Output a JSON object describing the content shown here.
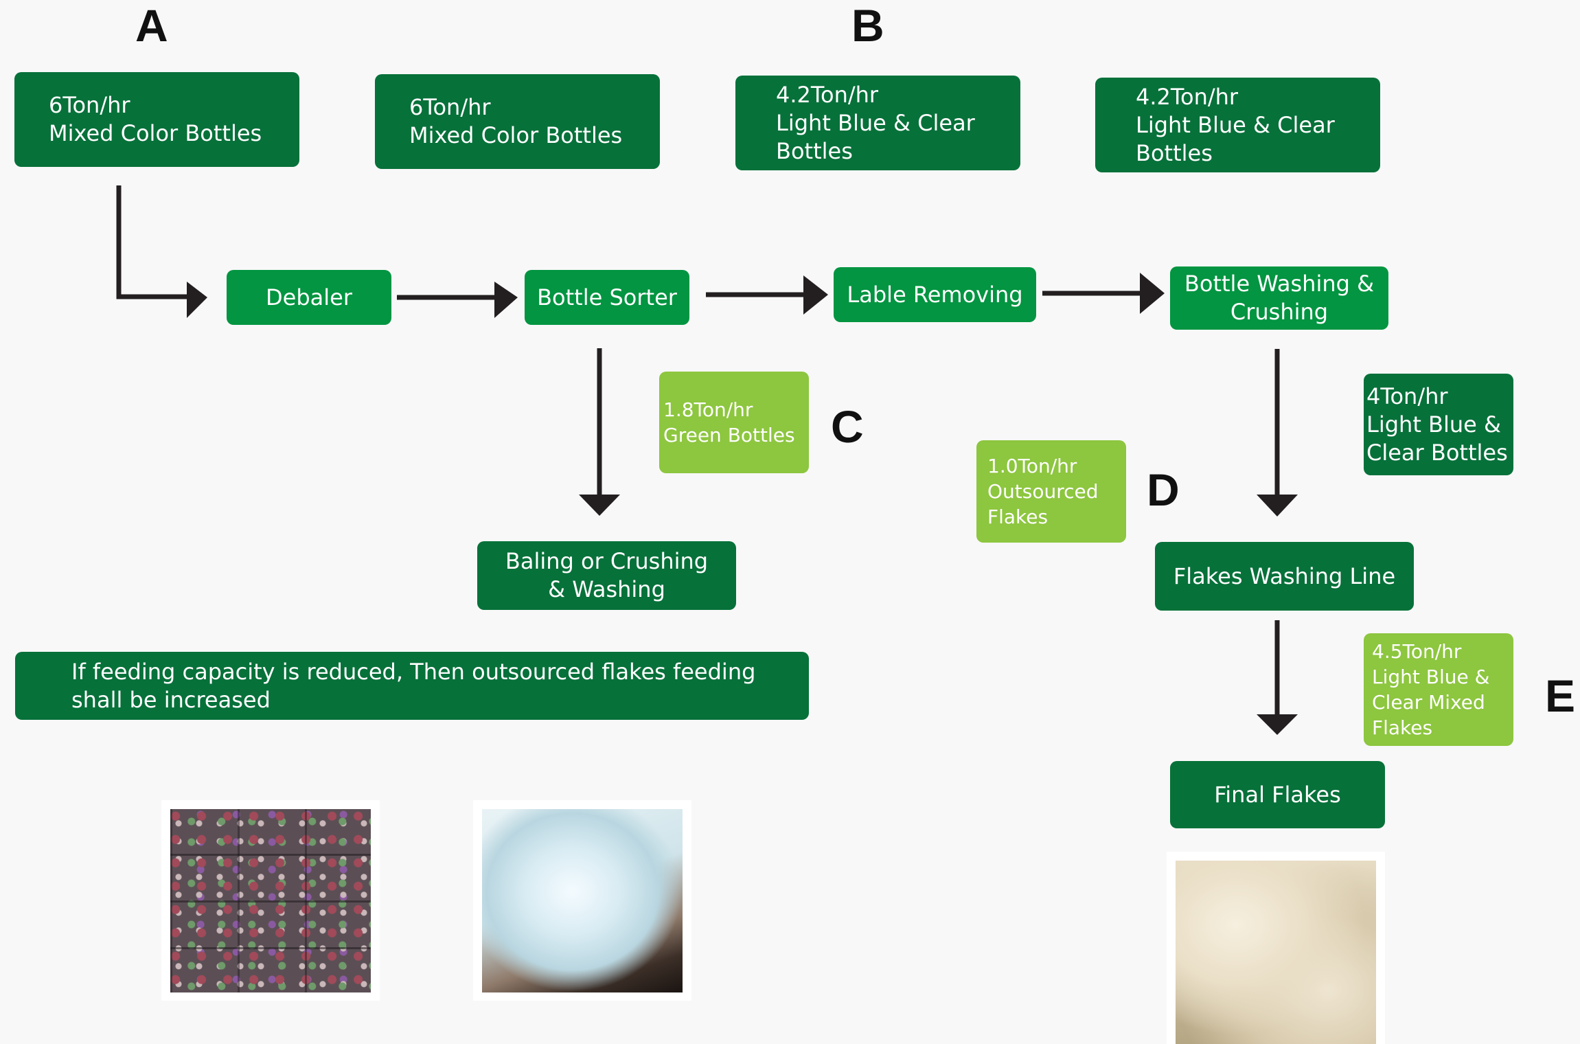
{
  "labels": {
    "A": "A",
    "B": "B",
    "C": "C",
    "D": "D",
    "E": "E"
  },
  "inputs": {
    "a1": "6Ton/hr\nMixed Color Bottles",
    "a2": "6Ton/hr\nMixed Color Bottles",
    "b1": "4.2Ton/hr\nLight Blue & Clear\nBottles",
    "b2": "4.2Ton/hr\nLight Blue & Clear\nBottles"
  },
  "process": {
    "debaler": "Debaler",
    "bottle_sorter": "Bottle Sorter",
    "lable_removing": "Lable Removing",
    "bottle_washing": "Bottle Washing &\nCrushing",
    "baling": "Baling or Crushing\n& Washing",
    "flakes_washing": "Flakes Washing Line",
    "final_flakes": "Final Flakes"
  },
  "flows": {
    "green_bottles": "1.8Ton/hr\nGreen Bottles",
    "four_ton": "4Ton/hr\nLight Blue &\nClear Bottles",
    "outsourced": "1.0Ton/hr\nOutsourced\nFlakes",
    "mixed_flakes": "4.5Ton/hr\nLight Blue &\nClear Mixed\nFlakes"
  },
  "note": "If feeding capacity is reduced, Then outsourced flakes feeding\nshall be increased",
  "colors": {
    "dark_green": "#07713a",
    "mid_green": "#039541",
    "light_green": "#8dc63f",
    "arrow": "#231f20"
  }
}
